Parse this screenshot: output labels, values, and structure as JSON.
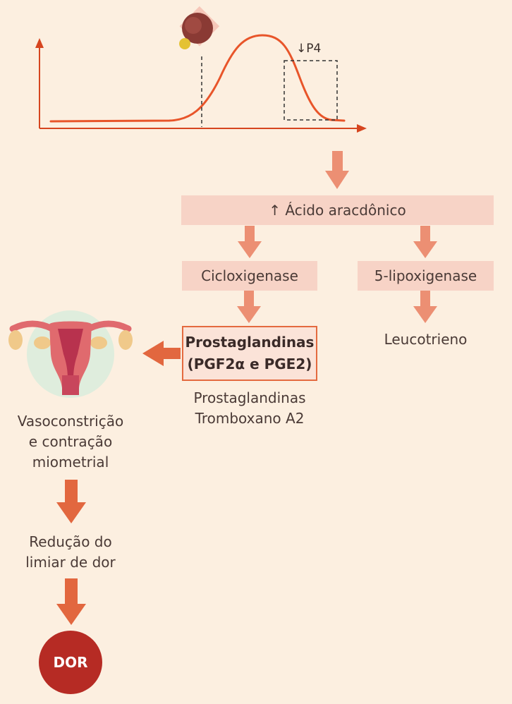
{
  "graph": {
    "p4_label": "↓P4"
  },
  "flow": {
    "acido": "↑ Ácido aracdônico",
    "cox": "Cicloxigenase",
    "lox": "5-lipoxigenase",
    "leucotrieno": "Leucotrieno",
    "prost_line1": "Prostaglandinas",
    "prost_line2": "(PGF2α e PGE2)",
    "prost_sub1": "Prostaglandinas",
    "prost_sub2": "Tromboxano A2",
    "vaso1": "Vasoconstrição",
    "vaso2": "e contração",
    "vaso3": "miometrial",
    "reducao1": "Redução do",
    "reducao2": "limiar de dor",
    "dor": "DOR"
  },
  "colors": {
    "background": "#fcefe0",
    "curve": "#e8552a",
    "axis": "#d6451f",
    "arrow_light": "#ec8f73",
    "arrow_strong": "#e2673f",
    "box_fill": "#f7d3c6",
    "dor_circle": "#b62b24"
  }
}
